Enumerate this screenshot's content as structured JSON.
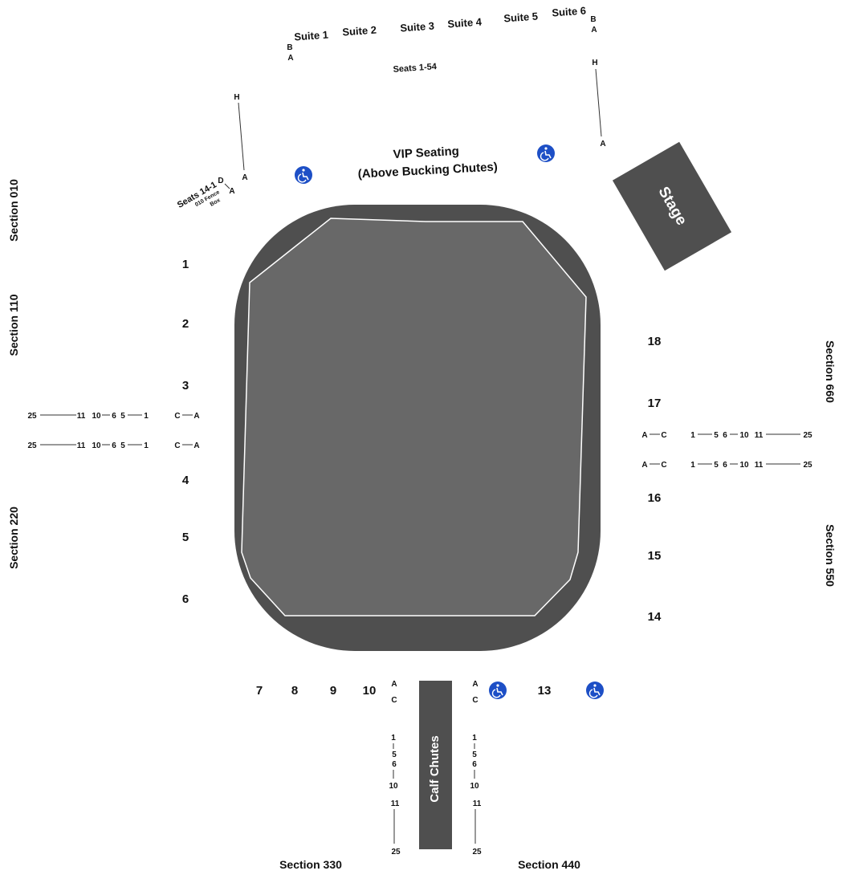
{
  "colors": {
    "arena_outer": "#4f4f4f",
    "arena_floor": "#686868",
    "chute": "#4f4f4f",
    "accessible": "#1d4fc6",
    "line": "#333333"
  },
  "icons": {
    "accessible": "wheelchair-icon"
  },
  "arena": {
    "stage": "Stage",
    "calf_chutes": "Calf Chutes"
  },
  "vip": {
    "title": "VIP Seating",
    "subtitle": "(Above Bucking Chutes)",
    "seats": "Seats 1-54"
  },
  "suites": [
    "Suite 1",
    "Suite 2",
    "Suite 3",
    "Suite 4",
    "Suite 5",
    "Suite 6"
  ],
  "sections": {
    "s010": "Section 010",
    "s110": "Section 110",
    "s220": "Section 220",
    "s330": "Section 330",
    "s440": "Section 440",
    "s550": "Section 550",
    "s660": "Section 660"
  },
  "fence_box": {
    "seats": "Seats 14-1",
    "name1": "010 Fence",
    "name2": "Box"
  },
  "row_letters": {
    "A": "A",
    "B": "B",
    "C": "C",
    "D": "D",
    "H": "H"
  },
  "sections_numbers": [
    "1",
    "2",
    "3",
    "4",
    "5",
    "6",
    "7",
    "8",
    "9",
    "10",
    "13",
    "14",
    "15",
    "16",
    "17",
    "18"
  ],
  "seat_numbers": {
    "n1": "1",
    "n5": "5",
    "n6": "6",
    "n10": "10",
    "n11": "11",
    "n25": "25"
  }
}
